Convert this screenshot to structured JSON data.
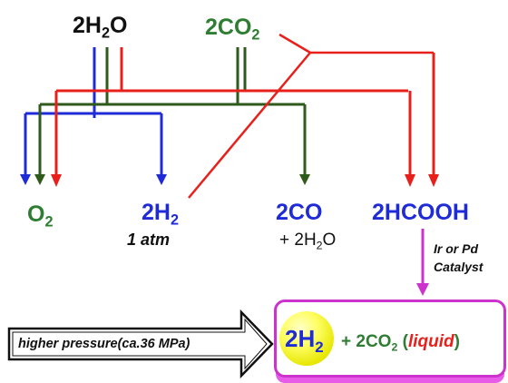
{
  "reactants": {
    "water": {
      "coef": "2H",
      "sub": "2",
      "tail": "O"
    },
    "co2": {
      "coef": "2CO",
      "sub": "2"
    }
  },
  "products": {
    "o2": {
      "main": "O",
      "sub": "2"
    },
    "h2": {
      "main": "2H",
      "sub": "2",
      "note": "1 atm"
    },
    "co": {
      "main": "2CO",
      "extra": "+ 2H",
      "extra_sub": "2",
      "extra_tail": "O"
    },
    "hcooh": {
      "main": "2HCOOH"
    }
  },
  "catalyst": {
    "line1": "Ir or Pd",
    "line2": "Catalyst"
  },
  "pressure_label": "higher pressure(ca.36 MPa)",
  "result": {
    "h2": "2H",
    "h2_sub": "2",
    "plus": "+ 2CO",
    "plus_sub": "2",
    "paren_open": "(",
    "liquid": "liquid",
    "paren_close": ")"
  },
  "colors": {
    "red": "#e8201c",
    "green": "#2e5a1c",
    "blue": "#1f2bd6",
    "magenta": "#cc33cc"
  }
}
